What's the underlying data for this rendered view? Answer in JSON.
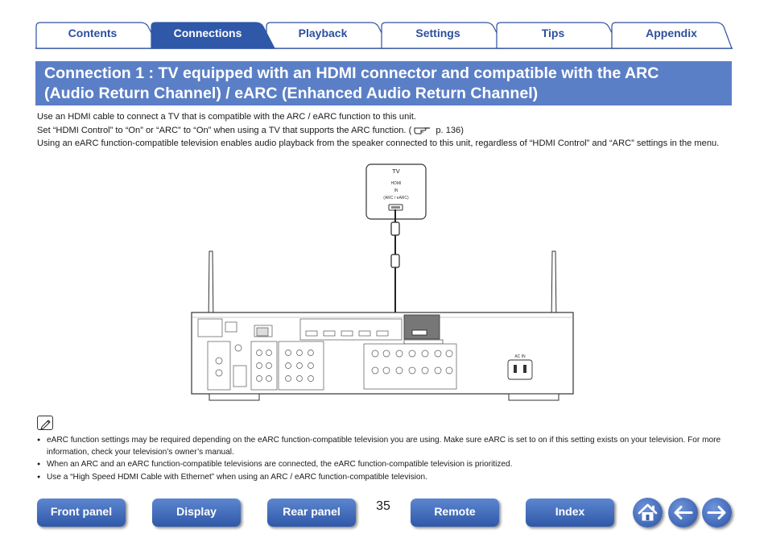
{
  "tabs": [
    {
      "label": "Contents",
      "active": false
    },
    {
      "label": "Connections",
      "active": true
    },
    {
      "label": "Playback",
      "active": false
    },
    {
      "label": "Settings",
      "active": false
    },
    {
      "label": "Tips",
      "active": false
    },
    {
      "label": "Appendix",
      "active": false
    }
  ],
  "heading": {
    "line1": "Connection 1 : TV equipped with an HDMI connector and compatible with the ARC",
    "line2": "(Audio Return Channel) / eARC (Enhanced Audio Return Channel)"
  },
  "intro": {
    "p1": "Use an HDMI cable to connect a TV that is compatible with the ARC / eARC function to this unit.",
    "p2_before": "Set “HDMI Control” to “On” or “ARC” to “On” when using a TV that supports the ARC function.  (",
    "p2_after": " p. 136)",
    "p3": "Using an eARC function-compatible television enables audio playback from the speaker connected to this unit, regardless of “HDMI Control” and “ARC” settings in the menu."
  },
  "diagram": {
    "tv_label": "TV",
    "tv_port_line1": "HDMI",
    "tv_port_line2": "IN",
    "tv_port_line3": "(ARC / eARC)",
    "receiver_ac_label": "AC IN"
  },
  "notes": [
    "eARC function settings may be required depending on the eARC function-compatible television you are using. Make sure eARC is set to on if this setting exists on your television. For more information, check your television’s owner’s manual.",
    "When an ARC and an eARC function-compatible televisions are connected, the eARC function-compatible television is prioritized.",
    "Use a “High Speed HDMI Cable with Ethernet” when using an ARC / eARC function-compatible television."
  ],
  "nav": {
    "front_panel": "Front panel",
    "display": "Display",
    "rear_panel": "Rear panel",
    "remote": "Remote",
    "index": "Index",
    "page_number": "35"
  },
  "icons": {
    "home": "home-icon",
    "back": "arrow-left-icon",
    "forward": "arrow-right-icon",
    "note": "pencil-note-icon",
    "reference": "pointing-hand-icon"
  },
  "colors": {
    "accent": "#2d4f9e",
    "heading_band": "#5b7fc6",
    "active_tab": "#2f58a8"
  }
}
